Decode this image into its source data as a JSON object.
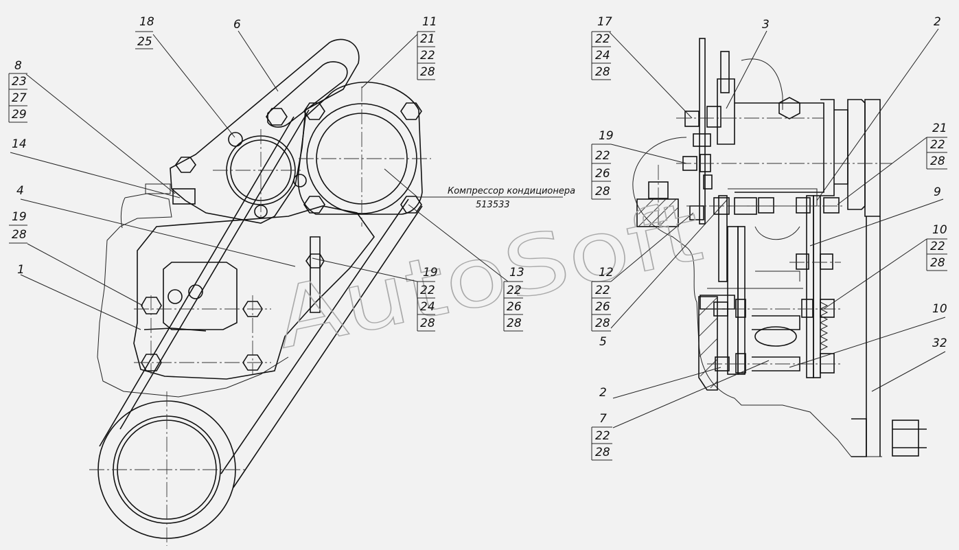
{
  "watermark": "AutoSoft",
  "note": {
    "line1": "Компрессор кондиционера",
    "line2": "513533"
  },
  "callouts": {
    "c18": [
      "18",
      "25"
    ],
    "c6": [
      "6"
    ],
    "c11": [
      "11",
      "21",
      "22",
      "28"
    ],
    "c8": [
      "8",
      "23",
      "27",
      "29"
    ],
    "c14": [
      "14"
    ],
    "c4": [
      "4"
    ],
    "c19a": [
      "19",
      "28"
    ],
    "c1": [
      "1"
    ],
    "c19b": [
      "19",
      "22",
      "24",
      "28"
    ],
    "c13": [
      "13",
      "22",
      "26",
      "28"
    ],
    "c17": [
      "17",
      "22",
      "24",
      "28"
    ],
    "c3": [
      "3"
    ],
    "c2a": [
      "2"
    ],
    "c19c": [
      "19",
      "22",
      "26",
      "28"
    ],
    "c21": [
      "21",
      "22",
      "28"
    ],
    "c9": [
      "9"
    ],
    "c10a": [
      "10",
      "22",
      "28"
    ],
    "c12": [
      "12",
      "22",
      "26",
      "28"
    ],
    "c5": [
      "5"
    ],
    "c10b": [
      "10"
    ],
    "c32": [
      "32"
    ],
    "c2b": [
      "2"
    ],
    "c7": [
      "7",
      "22",
      "28"
    ]
  }
}
